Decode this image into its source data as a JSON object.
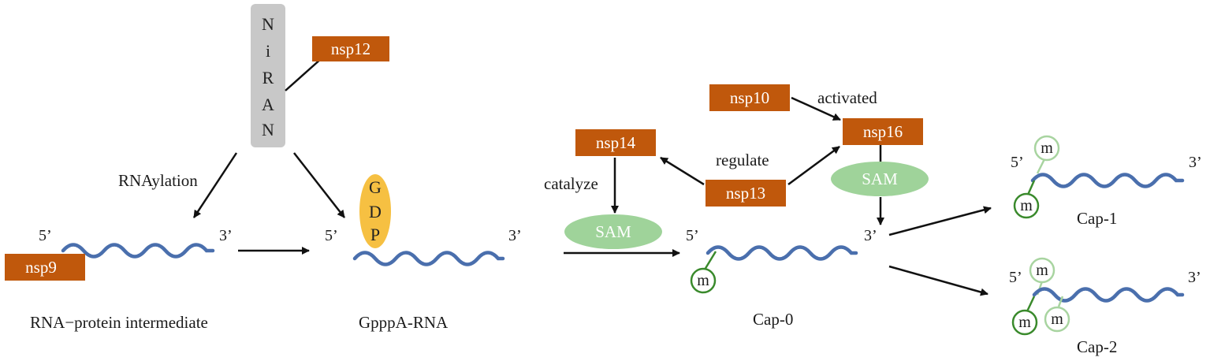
{
  "colors": {
    "protein_box": "#c0580c",
    "rna_strand": "#4a6fad",
    "sam": "#9fd39a",
    "niran": "#c8c8c8",
    "gdp": "#f6c042",
    "methyl_dark": "#3a8a2c",
    "methyl_light": "#a8d4a0",
    "arrow": "#111111"
  },
  "proteins": {
    "nsp12": "nsp12",
    "nsp9": "nsp9",
    "nsp14": "nsp14",
    "nsp10": "nsp10",
    "nsp16": "nsp16",
    "nsp13": "nsp13"
  },
  "niran_letters": [
    "N",
    "i",
    "R",
    "A",
    "N"
  ],
  "gdp_letters": [
    "G",
    "D",
    "P"
  ],
  "sam_label": "SAM",
  "methyl_label": "m",
  "ends": {
    "five": "5’",
    "three": "3’"
  },
  "labels": {
    "rnaylation": "RNAylation",
    "catalyze": "catalyze",
    "regulate": "regulate",
    "activated": "activated"
  },
  "captions": {
    "intermediate": "RNA−protein intermediate",
    "gpppa": "GpppA-RNA",
    "cap0": "Cap-0",
    "cap1": "Cap-1",
    "cap2": "Cap-2"
  },
  "icons": {
    "rna": "wavy-rna-strand-icon",
    "methyl": "methyl-circle-icon",
    "arrow": "arrow-icon"
  }
}
